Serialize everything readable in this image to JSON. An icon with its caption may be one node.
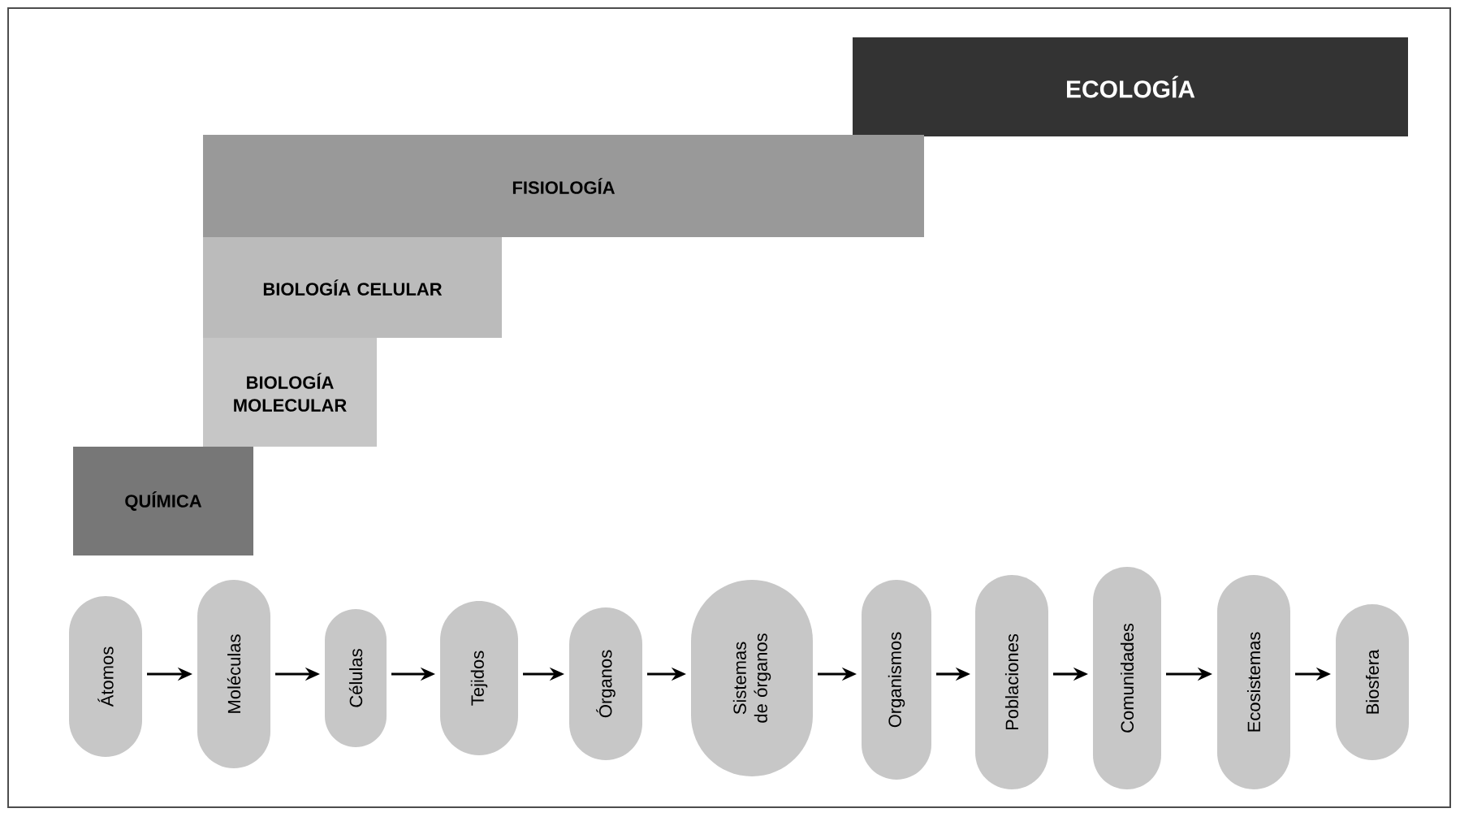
{
  "diagram": {
    "nodes": [
      {
        "text": [
          "ECOLOGÍA"
        ]
      },
      {
        "text": [
          "FISIOLOGÍA"
        ]
      },
      {
        "text": [
          "BIOLOGÍA CELULAR"
        ]
      },
      {
        "text": [
          "BIOLOGÍA MOLECULAR"
        ]
      },
      {
        "text": [
          "QUÍMICA"
        ]
      },
      {
        "text": [
          "Átomos"
        ]
      },
      {
        "text": [
          "Moléculas"
        ]
      },
      {
        "text": [
          "Células"
        ]
      },
      {
        "text": [
          "Tejidos"
        ]
      },
      {
        "text": [
          "Órganos"
        ]
      },
      {
        "text": [
          "Sistemas de órganos"
        ]
      },
      {
        "text": [
          "Organismos"
        ]
      },
      {
        "text": [
          "Poblaciones"
        ]
      },
      {
        "text": [
          "Comunidades"
        ]
      },
      {
        "text": [
          "Ecosistemas"
        ]
      },
      {
        "text": [
          "Biosfera"
        ]
      }
    ],
    "edges": [
      {
        "from": 5,
        "to": 6,
        "arrow": "to"
      },
      {
        "from": 6,
        "to": 7,
        "arrow": "to"
      },
      {
        "from": 7,
        "to": 8,
        "arrow": "to"
      },
      {
        "from": 8,
        "to": 9,
        "arrow": "to"
      },
      {
        "from": 9,
        "to": 10,
        "arrow": "to"
      },
      {
        "from": 10,
        "to": 11,
        "arrow": "to"
      },
      {
        "from": 11,
        "to": 12,
        "arrow": "to"
      },
      {
        "from": 12,
        "to": 13,
        "arrow": "to"
      },
      {
        "from": 13,
        "to": 14,
        "arrow": "to"
      },
      {
        "from": 14,
        "to": 15,
        "arrow": "to"
      }
    ]
  }
}
